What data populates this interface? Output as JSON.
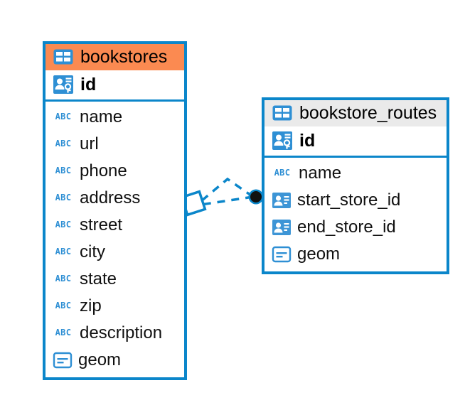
{
  "diagram": {
    "type": "entity-relationship-diagram",
    "background": "#ffffff",
    "accent_color": "#0b86ca",
    "highlight_color": "#fb8a51",
    "neutral_header_color": "#eaeaea"
  },
  "tables": [
    {
      "name": "bookstores",
      "header_icon": "table-icon",
      "header_style": "accent",
      "primary_key": {
        "label": "id",
        "icon": "primary-key-icon"
      },
      "columns": [
        {
          "label": "name",
          "icon": "abc-text-icon"
        },
        {
          "label": "url",
          "icon": "abc-text-icon"
        },
        {
          "label": "phone",
          "icon": "abc-text-icon"
        },
        {
          "label": "address",
          "icon": "abc-text-icon"
        },
        {
          "label": "street",
          "icon": "abc-text-icon"
        },
        {
          "label": "city",
          "icon": "abc-text-icon"
        },
        {
          "label": "state",
          "icon": "abc-text-icon"
        },
        {
          "label": "zip",
          "icon": "abc-text-icon"
        },
        {
          "label": "description",
          "icon": "abc-text-icon"
        },
        {
          "label": "geom",
          "icon": "geometry-icon"
        }
      ]
    },
    {
      "name": "bookstore_routes",
      "header_icon": "table-icon",
      "header_style": "neutral",
      "primary_key": {
        "label": "id",
        "icon": "primary-key-icon"
      },
      "columns": [
        {
          "label": "name",
          "icon": "abc-text-icon"
        },
        {
          "label": "start_store_id",
          "icon": "foreign-key-icon"
        },
        {
          "label": "end_store_id",
          "icon": "foreign-key-icon"
        },
        {
          "label": "geom",
          "icon": "geometry-icon"
        }
      ]
    }
  ],
  "relationship": {
    "style": "dashed",
    "color": "#0b86ca",
    "source_endpoint": "diamond-outline",
    "target_endpoint": "filled-circle",
    "branch_count": 2
  }
}
